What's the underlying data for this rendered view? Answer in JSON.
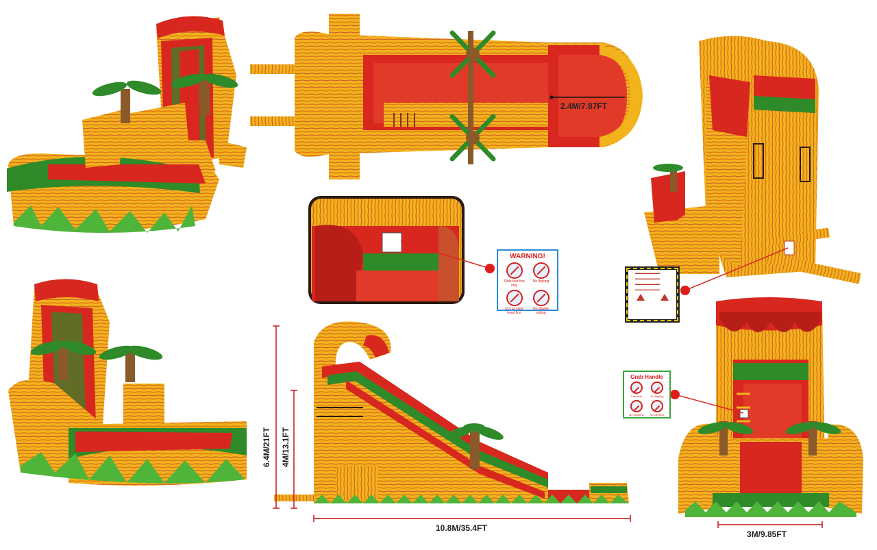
{
  "dimensions": {
    "inner_width": "2.4M/7.87FT",
    "total_height": "6.4M/21FT",
    "platform_height": "4M/13.1FT",
    "total_length": "10.8M/35.4FT",
    "total_width": "3M/9.85FT"
  },
  "warning_sign": {
    "title": "WARNING!",
    "rules": [
      "Slide feet first only",
      "No flipping",
      "Do not slide head first",
      "No double sliding"
    ]
  },
  "grab_handle_sign": {
    "title": "Grab Handle",
    "rules": [
      "Feet first",
      "No flipping",
      "No standing",
      "No climbing"
    ]
  },
  "colors": {
    "yellow": "#f2b31c",
    "orange": "#e5891b",
    "red": "#d8271f",
    "green": "#2f8a2a",
    "leaf": "#4fb43a",
    "brown": "#8a5a2b",
    "dimension_line": "#c81414"
  }
}
